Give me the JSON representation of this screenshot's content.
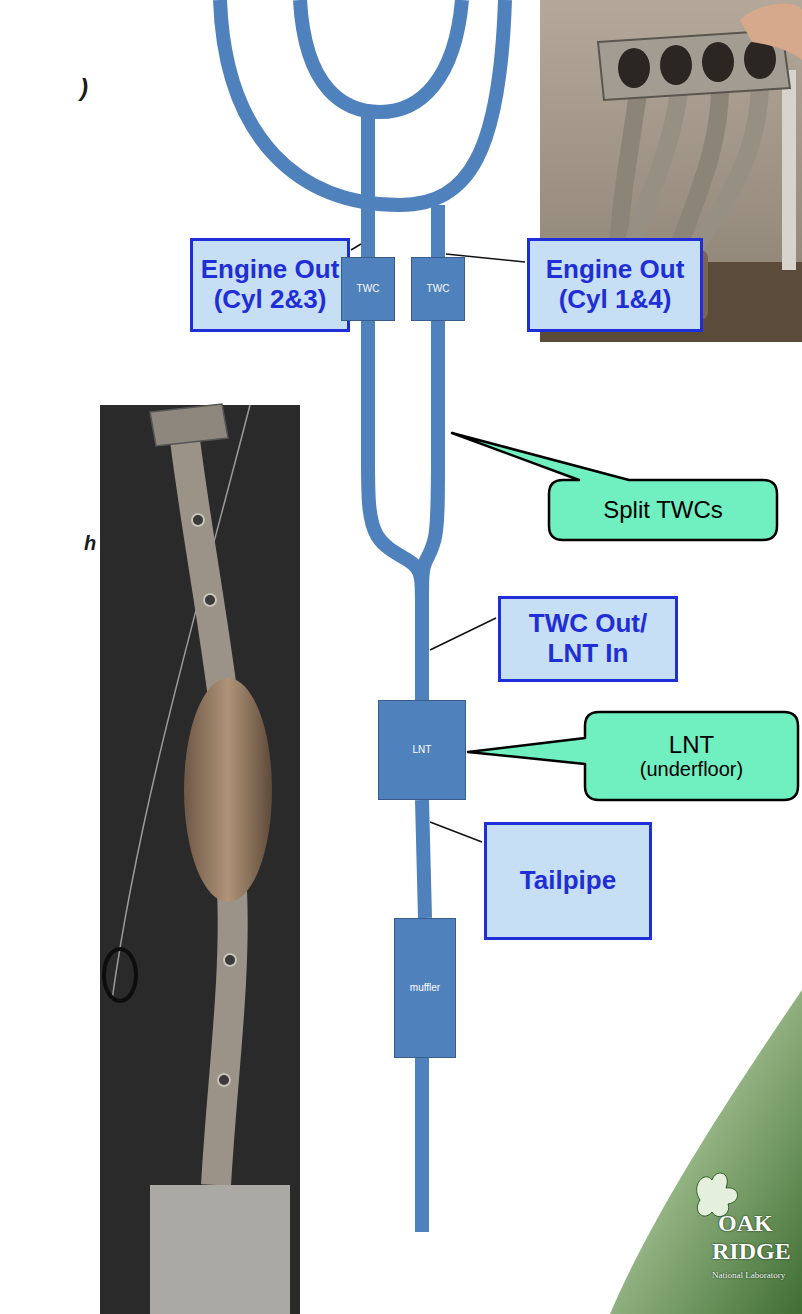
{
  "diagram": {
    "nodes": [
      {
        "text": [
          "Engine Out (Cyl 2&3)"
        ]
      },
      {
        "text": [
          "TWC"
        ]
      },
      {
        "text": [
          "TWC"
        ]
      },
      {
        "text": [
          "Engine Out (Cyl 1&4)"
        ]
      },
      {
        "text": [
          "Split TWCs"
        ]
      },
      {
        "text": [
          "TWC Out/ LNT In"
        ]
      },
      {
        "text": [
          "LNT"
        ]
      },
      {
        "text": [
          "LNT",
          "(underfloor)"
        ]
      },
      {
        "text": [
          "Tailpipe"
        ]
      },
      {
        "text": [
          "muffler"
        ]
      }
    ],
    "edges": [
      {
        "from": 1,
        "to": 6,
        "arrow": "none"
      },
      {
        "from": 2,
        "to": 6,
        "arrow": "none"
      },
      {
        "from": 6,
        "to": 9,
        "arrow": "none"
      }
    ],
    "labels": [
      ")",
      "h",
      "OAK",
      "RIDGE",
      "National Laboratory"
    ]
  }
}
